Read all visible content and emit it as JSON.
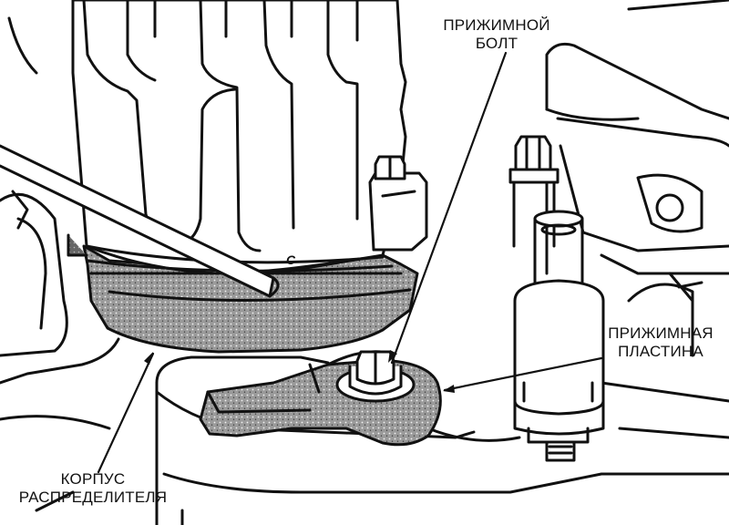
{
  "diagram": {
    "callouts": {
      "hold_down_bolt": [
        "ПРИЖИМНОЙ",
        "БОЛТ"
      ],
      "hold_down_plate": [
        "ПРИЖИМНАЯ",
        "ПЛАСТИНА"
      ],
      "distributor_housing": [
        "КОРПУС",
        "РАСПРЕДЕЛИТЕЛЯ"
      ]
    },
    "cap_mark": "C"
  }
}
